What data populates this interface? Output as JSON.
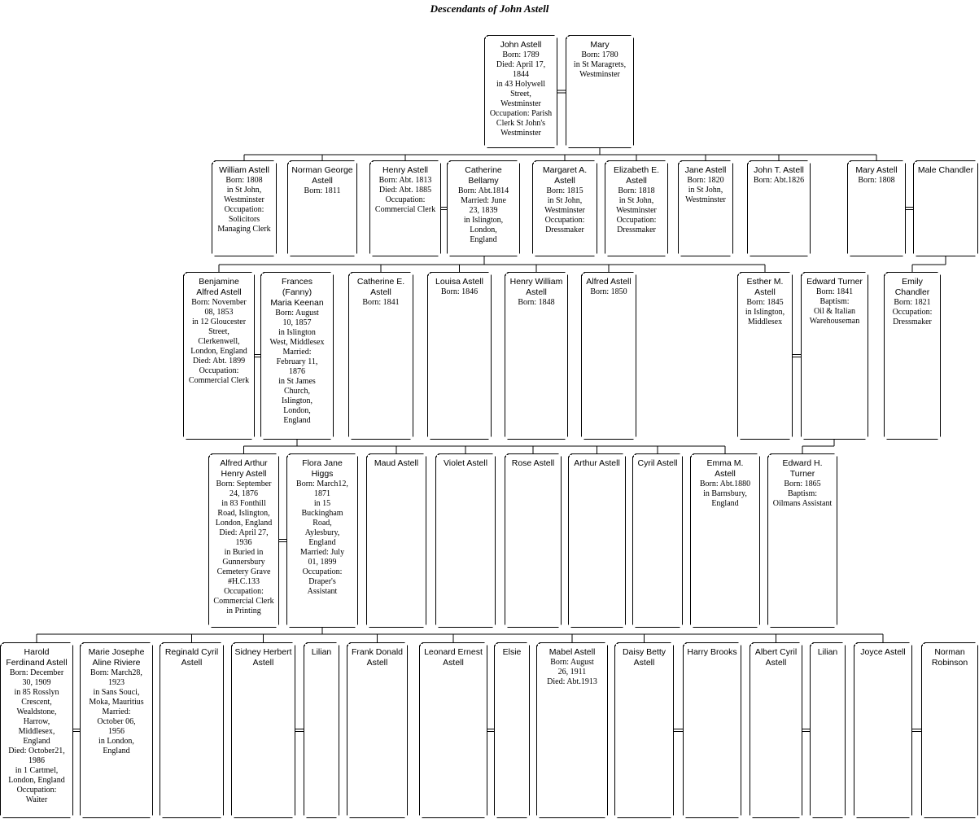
{
  "title": "Descendants of John Astell",
  "people": {
    "john_astell": {
      "name": "John Astell",
      "details": "Born: 1789\nDied: April 17,\n1844\nin 43 Holywell\nStreet,\nWestminster\nOccupation: Parish\nClerk St John's\nWestminster"
    },
    "mary": {
      "name": "Mary",
      "details": "Born: 1780\nin St Maragrets,\nWestminster"
    },
    "william_astell": {
      "name": "William Astell",
      "details": "Born: 1808\nin St John,\nWestminster\nOccupation:\nSolicitors\nManaging Clerk"
    },
    "norman_george_astell": {
      "name": "Norman George\nAstell",
      "details": "Born: 1811"
    },
    "henry_astell": {
      "name": "Henry Astell",
      "details": "Born: Abt. 1813\nDied: Abt. 1885\nOccupation:\nCommercial Clerk"
    },
    "catherine_bellamy": {
      "name": "Catherine\nBellamy",
      "details": "Born: Abt.1814\nMarried: June\n23, 1839\nin Islington,\nLondon,\nEngland"
    },
    "margaret_astell": {
      "name": "Margaret A.\nAstell",
      "details": "Born: 1815\nin St John,\nWestminster\nOccupation:\nDressmaker"
    },
    "elizabeth_astell": {
      "name": "Elizabeth E.\nAstell",
      "details": "Born: 1818\nin St John,\nWestminster\nOccupation:\nDressmaker"
    },
    "jane_astell": {
      "name": "Jane Astell",
      "details": "Born: 1820\nin St John,\nWestminster"
    },
    "john_t_astell": {
      "name": "John T. Astell",
      "details": "Born: Abt.1826"
    },
    "mary_astell": {
      "name": "Mary Astell",
      "details": "Born: 1808"
    },
    "male_chandler": {
      "name": "Male Chandler",
      "details": ""
    },
    "benjamine_astell": {
      "name": "Benjamine\nAlfred Astell",
      "details": "Born: November\n08, 1853\nin 12 Gloucester\nStreet,\nClerkenwell,\nLondon, England\nDied: Abt. 1899\nOccupation:\nCommercial Clerk"
    },
    "frances_keenan": {
      "name": "Frances\n(Fanny)\nMaria Keenan",
      "details": "Born: August\n10, 1857\nin Islington\nWest, Middlesex\nMarried:\nFebruary 11,\n1876\nin St James\nChurch,\nIslington,\nLondon,\nEngland"
    },
    "catherine_e_astell": {
      "name": "Catherine E.\nAstell",
      "details": "Born: 1841"
    },
    "louisa_astell": {
      "name": "Louisa Astell",
      "details": "Born: 1846"
    },
    "henry_william_astell": {
      "name": "Henry William\nAstell",
      "details": "Born: 1848"
    },
    "alfred_astell": {
      "name": "Alfred Astell",
      "details": "Born: 1850"
    },
    "esther_astell": {
      "name": "Esther M.\nAstell",
      "details": "Born: 1845\nin Islington,\nMiddlesex"
    },
    "edward_turner": {
      "name": "Edward Turner",
      "details": "Born: 1841\nBaptism:\nOil & Italian\nWarehouseman"
    },
    "emily_chandler": {
      "name": "Emily\nChandler",
      "details": "Born: 1821\nOccupation:\nDressmaker"
    },
    "alfred_arthur_astell": {
      "name": "Alfred Arthur\nHenry Astell",
      "details": "Born: September\n24, 1876\nin 83 Fonthill\nRoad, Islington,\nLondon, England\nDied: April 27,\n1936\nin Buried in\nGunnersbury\nCemetery Grave\n#H.C.133\nOccupation:\nCommercial Clerk\nin Printing"
    },
    "flora_higgs": {
      "name": "Flora Jane\nHiggs",
      "details": "Born: March12,\n1871\nin 15\nBuckingham\nRoad,\nAylesbury,\nEngland\nMarried: July\n01, 1899\nOccupation:\nDraper's\nAssistant"
    },
    "maud_astell": {
      "name": "Maud Astell",
      "details": ""
    },
    "violet_astell": {
      "name": "Violet Astell",
      "details": ""
    },
    "rose_astell": {
      "name": "Rose Astell",
      "details": ""
    },
    "arthur_astell": {
      "name": "Arthur Astell",
      "details": ""
    },
    "cyril_astell": {
      "name": "Cyril Astell",
      "details": ""
    },
    "emma_astell": {
      "name": "Emma M.\nAstell",
      "details": "Born: Abt.1880\nin Barnsbury,\nEngland"
    },
    "edward_h_turner": {
      "name": "Edward H.\nTurner",
      "details": "Born: 1865\nBaptism:\nOilmans Assistant"
    },
    "harold_astell": {
      "name": "Harold\nFerdinand Astell",
      "details": "Born: December\n30, 1909\nin 85 Rosslyn\nCrescent,\nWealdstone,\nHarrow,\nMiddlesex,\nEngland\nDied: October21,\n1986\nin 1 Cartmel,\nLondon, England\nOccupation:\nWaiter"
    },
    "marie_riviere": {
      "name": "Marie Josephe\nAline Riviere",
      "details": "Born: March28,\n1923\nin Sans Souci,\nMoka, Mauritius\nMarried:\nOctober 06,\n1956\nin London,\nEngland"
    },
    "reginald_astell": {
      "name": "Reginald Cyril\nAstell",
      "details": ""
    },
    "sidney_astell": {
      "name": "Sidney Herbert\nAstell",
      "details": ""
    },
    "lilian_1": {
      "name": "Lilian",
      "details": ""
    },
    "frank_astell": {
      "name": "Frank Donald\nAstell",
      "details": ""
    },
    "leonard_astell": {
      "name": "Leonard Ernest\nAstell",
      "details": ""
    },
    "elsie": {
      "name": "Elsie",
      "details": ""
    },
    "mabel_astell": {
      "name": "Mabel Astell",
      "details": "Born: August\n26, 1911\nDied: Abt.1913"
    },
    "daisy_astell": {
      "name": "Daisy Betty\nAstell",
      "details": ""
    },
    "harry_brooks": {
      "name": "Harry Brooks",
      "details": ""
    },
    "albert_astell": {
      "name": "Albert Cyril\nAstell",
      "details": ""
    },
    "lilian_2": {
      "name": "Lilian",
      "details": ""
    },
    "joyce_astell": {
      "name": "Joyce Astell",
      "details": ""
    },
    "norman_robinson": {
      "name": "Norman\nRobinson",
      "details": ""
    }
  }
}
